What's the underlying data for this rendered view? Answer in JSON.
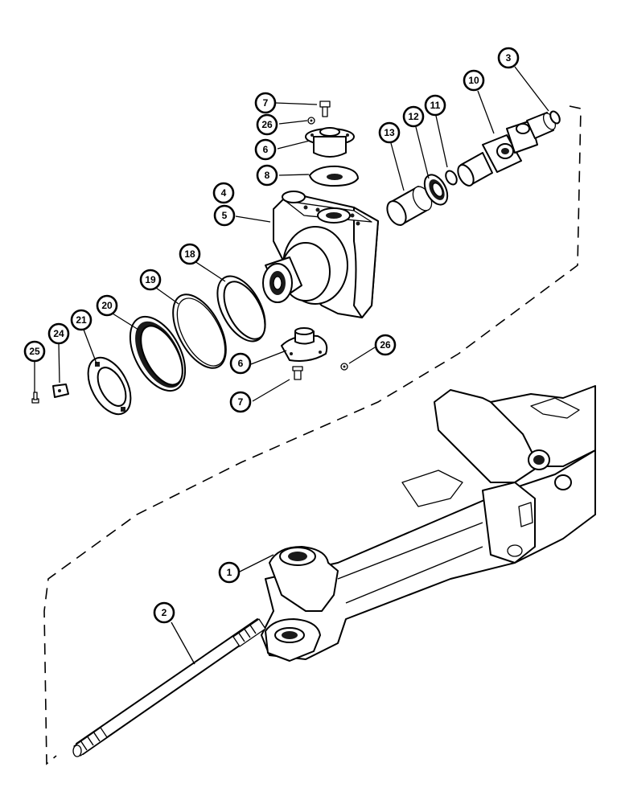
{
  "callouts": [
    {
      "id": "c7a",
      "label": "7"
    },
    {
      "id": "c26a",
      "label": "26"
    },
    {
      "id": "c6a",
      "label": "6"
    },
    {
      "id": "c8",
      "label": "8"
    },
    {
      "id": "c4",
      "label": "4"
    },
    {
      "id": "c5",
      "label": "5"
    },
    {
      "id": "c13",
      "label": "13"
    },
    {
      "id": "c12",
      "label": "12"
    },
    {
      "id": "c11",
      "label": "11"
    },
    {
      "id": "c10",
      "label": "10"
    },
    {
      "id": "c3",
      "label": "3"
    },
    {
      "id": "c18",
      "label": "18"
    },
    {
      "id": "c19",
      "label": "19"
    },
    {
      "id": "c20",
      "label": "20"
    },
    {
      "id": "c21",
      "label": "21"
    },
    {
      "id": "c24",
      "label": "24"
    },
    {
      "id": "c25",
      "label": "25"
    },
    {
      "id": "c6b",
      "label": "6"
    },
    {
      "id": "c26b",
      "label": "26"
    },
    {
      "id": "c7b",
      "label": "7"
    },
    {
      "id": "c1",
      "label": "1"
    },
    {
      "id": "c2",
      "label": "2"
    }
  ],
  "colors": {
    "ink": "#000000",
    "paper": "#ffffff"
  }
}
